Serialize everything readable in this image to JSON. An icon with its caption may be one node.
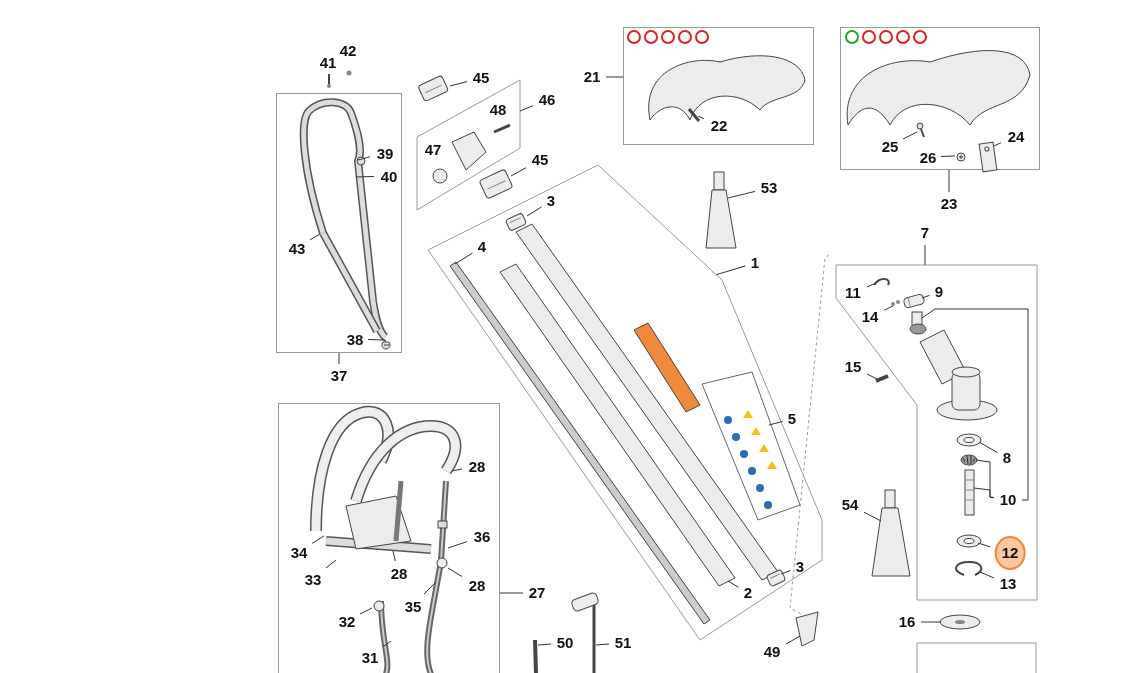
{
  "diagram": {
    "nodes": [
      {
        "text": [],
        "shape": "box"
      },
      {
        "text": [
          "42"
        ]
      },
      {
        "text": [
          "41"
        ]
      },
      {
        "text": [
          "39"
        ],
        "in": 0
      },
      {
        "text": [
          "40"
        ],
        "in": 0
      },
      {
        "text": [
          "43"
        ],
        "in": 0
      },
      {
        "text": [
          "38"
        ],
        "in": 0
      },
      {
        "text": [
          "37"
        ]
      },
      {
        "text": [],
        "shape": "box"
      },
      {
        "text": [
          "45"
        ]
      },
      {
        "text": [
          "46"
        ]
      },
      {
        "text": [
          "48"
        ],
        "in": 8
      },
      {
        "text": [
          "47"
        ],
        "in": 8
      },
      {
        "text": [
          "45"
        ]
      },
      {
        "text": [
          "3"
        ],
        "in": 15
      },
      {
        "text": [],
        "shape": "box"
      },
      {
        "text": [
          "4"
        ],
        "in": 15
      },
      {
        "text": [
          "53"
        ]
      },
      {
        "text": [
          "1"
        ]
      },
      {
        "text": [
          "5"
        ]
      },
      {
        "text": [
          "2"
        ],
        "in": 15
      },
      {
        "text": [
          "3"
        ],
        "in": 15
      },
      {
        "text": [
          "49"
        ]
      },
      {
        "text": [
          "50"
        ]
      },
      {
        "text": [
          "51"
        ]
      },
      {
        "text": [],
        "shape": "box"
      },
      {
        "text": [
          "21"
        ]
      },
      {
        "text": [
          "22"
        ],
        "in": 25
      },
      {
        "text": [],
        "shape": "box"
      },
      {
        "text": [
          "25"
        ],
        "in": 28
      },
      {
        "text": [
          "26"
        ],
        "in": 28
      },
      {
        "text": [
          "24"
        ],
        "in": 28
      },
      {
        "text": [
          "23"
        ]
      },
      {
        "text": [],
        "shape": "box"
      },
      {
        "text": [
          "7"
        ]
      },
      {
        "text": [
          "11"
        ],
        "in": 33
      },
      {
        "text": [
          "14"
        ],
        "in": 33
      },
      {
        "text": [
          "9"
        ],
        "in": 33
      },
      {
        "text": [
          "15"
        ]
      },
      {
        "text": [
          "8"
        ],
        "in": 33
      },
      {
        "text": [
          "10"
        ],
        "in": 33
      },
      {
        "text": [
          "54"
        ]
      },
      {
        "text": [
          "12"
        ],
        "in": 33
      },
      {
        "text": [
          "13"
        ],
        "in": 33
      },
      {
        "text": [
          "16"
        ]
      },
      {
        "text": [],
        "shape": "box"
      },
      {
        "text": [
          "28"
        ],
        "in": 45
      },
      {
        "text": [
          "36"
        ],
        "in": 45
      },
      {
        "text": [
          "34"
        ],
        "in": 45
      },
      {
        "text": [
          "33"
        ],
        "in": 45
      },
      {
        "text": [
          "28"
        ],
        "in": 45
      },
      {
        "text": [
          "28"
        ],
        "in": 45
      },
      {
        "text": [
          "35"
        ],
        "in": 45
      },
      {
        "text": [
          "32"
        ],
        "in": 45
      },
      {
        "text": [
          "31"
        ],
        "in": 45
      },
      {
        "text": [
          "27"
        ]
      },
      {
        "text": [],
        "shape": "picture",
        "in": 0
      },
      {
        "text": [],
        "shape": "picture"
      },
      {
        "text": [],
        "shape": "picture"
      },
      {
        "text": [],
        "shape": "picture",
        "in": 15
      },
      {
        "text": [],
        "shape": "picture",
        "in": 15
      },
      {
        "text": [],
        "shape": "picture",
        "in": 15
      },
      {
        "text": [],
        "shape": "picture",
        "in": 15
      },
      {
        "text": [],
        "shape": "picture",
        "in": 15
      },
      {
        "text": [],
        "shape": "picture"
      },
      {
        "text": [],
        "shape": "picture"
      },
      {
        "text": [],
        "shape": "picture"
      },
      {
        "text": [],
        "shape": "picture"
      },
      {
        "text": [],
        "shape": "picture",
        "in": 25
      },
      {
        "text": [],
        "shape": "picture",
        "in": 28
      },
      {
        "text": [],
        "shape": "picture",
        "in": 28
      },
      {
        "text": [],
        "shape": "picture",
        "in": 28
      },
      {
        "text": [],
        "shape": "picture",
        "in": 33
      },
      {
        "text": [],
        "shape": "picture",
        "in": 33
      },
      {
        "text": [],
        "shape": "picture",
        "in": 33
      },
      {
        "text": [],
        "shape": "picture",
        "in": 33
      },
      {
        "text": [],
        "shape": "picture",
        "in": 33
      },
      {
        "text": [],
        "shape": "picture",
        "in": 33
      },
      {
        "text": [],
        "shape": "picture",
        "in": 33
      },
      {
        "text": [],
        "shape": "picture",
        "in": 33
      },
      {
        "text": [],
        "shape": "picture",
        "in": 33
      },
      {
        "text": [],
        "shape": "picture"
      },
      {
        "text": [],
        "shape": "picture"
      },
      {
        "text": [],
        "shape": "picture"
      },
      {
        "text": [],
        "shape": "picture",
        "in": 45
      },
      {
        "text": [],
        "shape": "picture",
        "in": 0
      },
      {
        "text": [],
        "shape": "picture",
        "in": 45
      },
      {
        "text": [],
        "shape": "picture",
        "in": 45
      }
    ],
    "edges": [
      {
        "from": 3,
        "to": 56,
        "arrow": "none"
      },
      {
        "from": 4,
        "to": 56,
        "arrow": "none"
      },
      {
        "from": 5,
        "to": 56,
        "arrow": "none"
      },
      {
        "from": 6,
        "to": 85,
        "arrow": "none"
      },
      {
        "from": 7,
        "to": 0,
        "arrow": "none"
      },
      {
        "from": 9,
        "to": 57,
        "arrow": "none"
      },
      {
        "from": 10,
        "to": 8,
        "arrow": "none"
      },
      {
        "from": 13,
        "to": 58,
        "arrow": "none"
      },
      {
        "from": 14,
        "to": 59,
        "arrow": "none"
      },
      {
        "from": 16,
        "to": 60,
        "arrow": "none"
      },
      {
        "from": 17,
        "to": 64,
        "arrow": "none"
      },
      {
        "from": 18,
        "to": 15,
        "arrow": "none"
      },
      {
        "from": 19,
        "to": 63,
        "arrow": "none"
      },
      {
        "from": 20,
        "to": 61,
        "arrow": "none"
      },
      {
        "from": 21,
        "to": 62,
        "arrow": "none"
      },
      {
        "from": 22,
        "to": 65,
        "arrow": "none"
      },
      {
        "from": 23,
        "to": 66,
        "arrow": "none"
      },
      {
        "from": 24,
        "to": 67,
        "arrow": "none"
      },
      {
        "from": 26,
        "to": 25,
        "arrow": "none"
      },
      {
        "from": 27,
        "to": 68,
        "arrow": "none"
      },
      {
        "from": 29,
        "to": 69,
        "arrow": "none"
      },
      {
        "from": 30,
        "to": 70,
        "arrow": "none"
      },
      {
        "from": 31,
        "to": 71,
        "arrow": "none"
      },
      {
        "from": 32,
        "to": 28,
        "arrow": "none"
      },
      {
        "from": 34,
        "to": 33,
        "arrow": "none"
      },
      {
        "from": 35,
        "to": 72,
        "arrow": "none"
      },
      {
        "from": 36,
        "to": 73,
        "arrow": "none"
      },
      {
        "from": 37,
        "to": 74,
        "arrow": "none"
      },
      {
        "from": 38,
        "to": 81,
        "arrow": "none"
      },
      {
        "from": 39,
        "to": 76,
        "arrow": "none"
      },
      {
        "from": 40,
        "to": 77,
        "arrow": "none"
      },
      {
        "from": 40,
        "to": 78,
        "arrow": "none"
      },
      {
        "from": 40,
        "to": 75,
        "arrow": "none"
      },
      {
        "from": 41,
        "to": 82,
        "arrow": "none"
      },
      {
        "from": 42,
        "to": 79,
        "arrow": "none"
      },
      {
        "from": 43,
        "to": 80,
        "arrow": "none"
      },
      {
        "from": 44,
        "to": 83,
        "arrow": "none"
      },
      {
        "from": 46,
        "to": 84,
        "arrow": "none"
      },
      {
        "from": 47,
        "to": 86,
        "arrow": "none"
      },
      {
        "from": 48,
        "to": 84,
        "arrow": "none"
      },
      {
        "from": 49,
        "to": 84,
        "arrow": "none"
      },
      {
        "from": 50,
        "to": 84,
        "arrow": "none"
      },
      {
        "from": 51,
        "to": 86,
        "arrow": "none"
      },
      {
        "from": 52,
        "to": 86,
        "arrow": "none"
      },
      {
        "from": 53,
        "to": 87,
        "arrow": "none"
      },
      {
        "from": 54,
        "to": 87,
        "arrow": "none"
      },
      {
        "from": 55,
        "to": 45,
        "arrow": "none"
      }
    ]
  }
}
